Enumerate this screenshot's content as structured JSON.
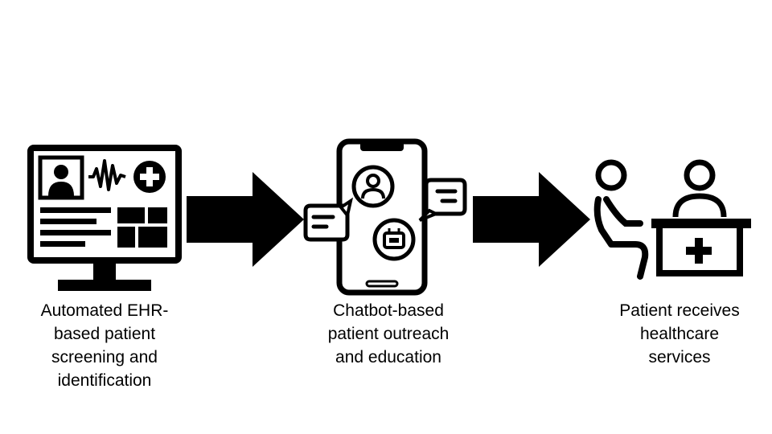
{
  "steps": [
    {
      "id": "ehr",
      "icon": "ehr-monitor-icon",
      "label": "Automated EHR-\nbased patient\nscreening and\nidentification"
    },
    {
      "id": "chatbot",
      "icon": "chatbot-phone-icon",
      "label": "Chatbot-based\npatient outreach\nand education"
    },
    {
      "id": "care",
      "icon": "doctor-patient-icon",
      "label": "Patient receives\nhealthcare\nservices"
    }
  ],
  "connectors": [
    "arrow-icon",
    "arrow-icon"
  ],
  "colors": {
    "ink": "#000000",
    "background": "#ffffff"
  }
}
